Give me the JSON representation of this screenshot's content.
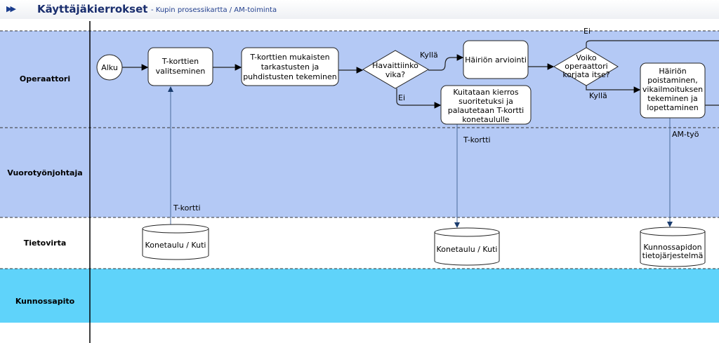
{
  "header": {
    "icon": "double-chevron-right-icon",
    "title": "Käyttäjäkierrokset",
    "subtitle": "- Kupin prosessikartta / AM-toiminta"
  },
  "lanes": [
    {
      "label": "Operaattori",
      "color": "#b4c9f5"
    },
    {
      "label": "Vuorotyönjohtaja",
      "color": "#b4c9f5"
    },
    {
      "label": "Tietovirta",
      "color": "#ffffff"
    },
    {
      "label": "Kunnossapito",
      "color": "#5fd3fa"
    }
  ],
  "nodes": {
    "start": "Alku",
    "select": [
      "T-korttien",
      "valitseminen"
    ],
    "inspect": [
      "T-korttien mukaisten",
      "tarkastusten ja",
      "puhdistusten tekeminen"
    ],
    "decision1": [
      "Havaittiinko",
      "vika?"
    ],
    "assess": "Häiriön arviointi",
    "decision2": [
      "Voiko",
      "operaattori",
      "korjata itse?"
    ],
    "acknowledge": [
      "Kuitataan kierros",
      "suoritetuksi ja",
      "palautetaan T-kortti",
      "konetaululle"
    ],
    "fix": [
      "Häiriön",
      "poistaminen,",
      "vikailmoituksen",
      "tekeminen ja",
      "lopettaminen"
    ],
    "store1": "Konetaulu / Kuti",
    "store2": "Konetaulu / Kuti",
    "store3": [
      "Kunnossapidon",
      "tietojärjestelmä"
    ]
  },
  "edges": {
    "yes1": "Kyllä",
    "no1": "Ei",
    "yes2": "Kyllä",
    "no2": "Ei",
    "tcard1": "T-kortti",
    "tcard2": "T-kortti",
    "amwork": "AM-työ"
  }
}
